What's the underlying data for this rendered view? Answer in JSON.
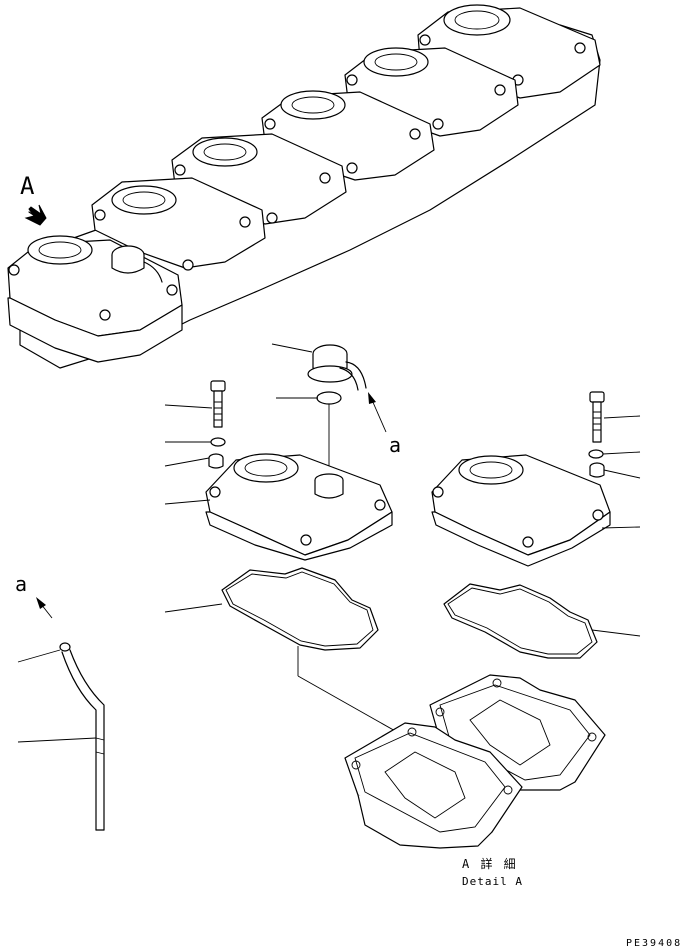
{
  "view_label": "A",
  "connection_label": "a",
  "detail_caption_jp": "A 詳 細",
  "detail_caption_en": "Detail A",
  "drawing_number": "PE39408",
  "colors": {
    "line": "#000000",
    "background": "#ffffff"
  },
  "icons": [
    "view-direction-arrow-icon",
    "flow-arrow-icon"
  ]
}
